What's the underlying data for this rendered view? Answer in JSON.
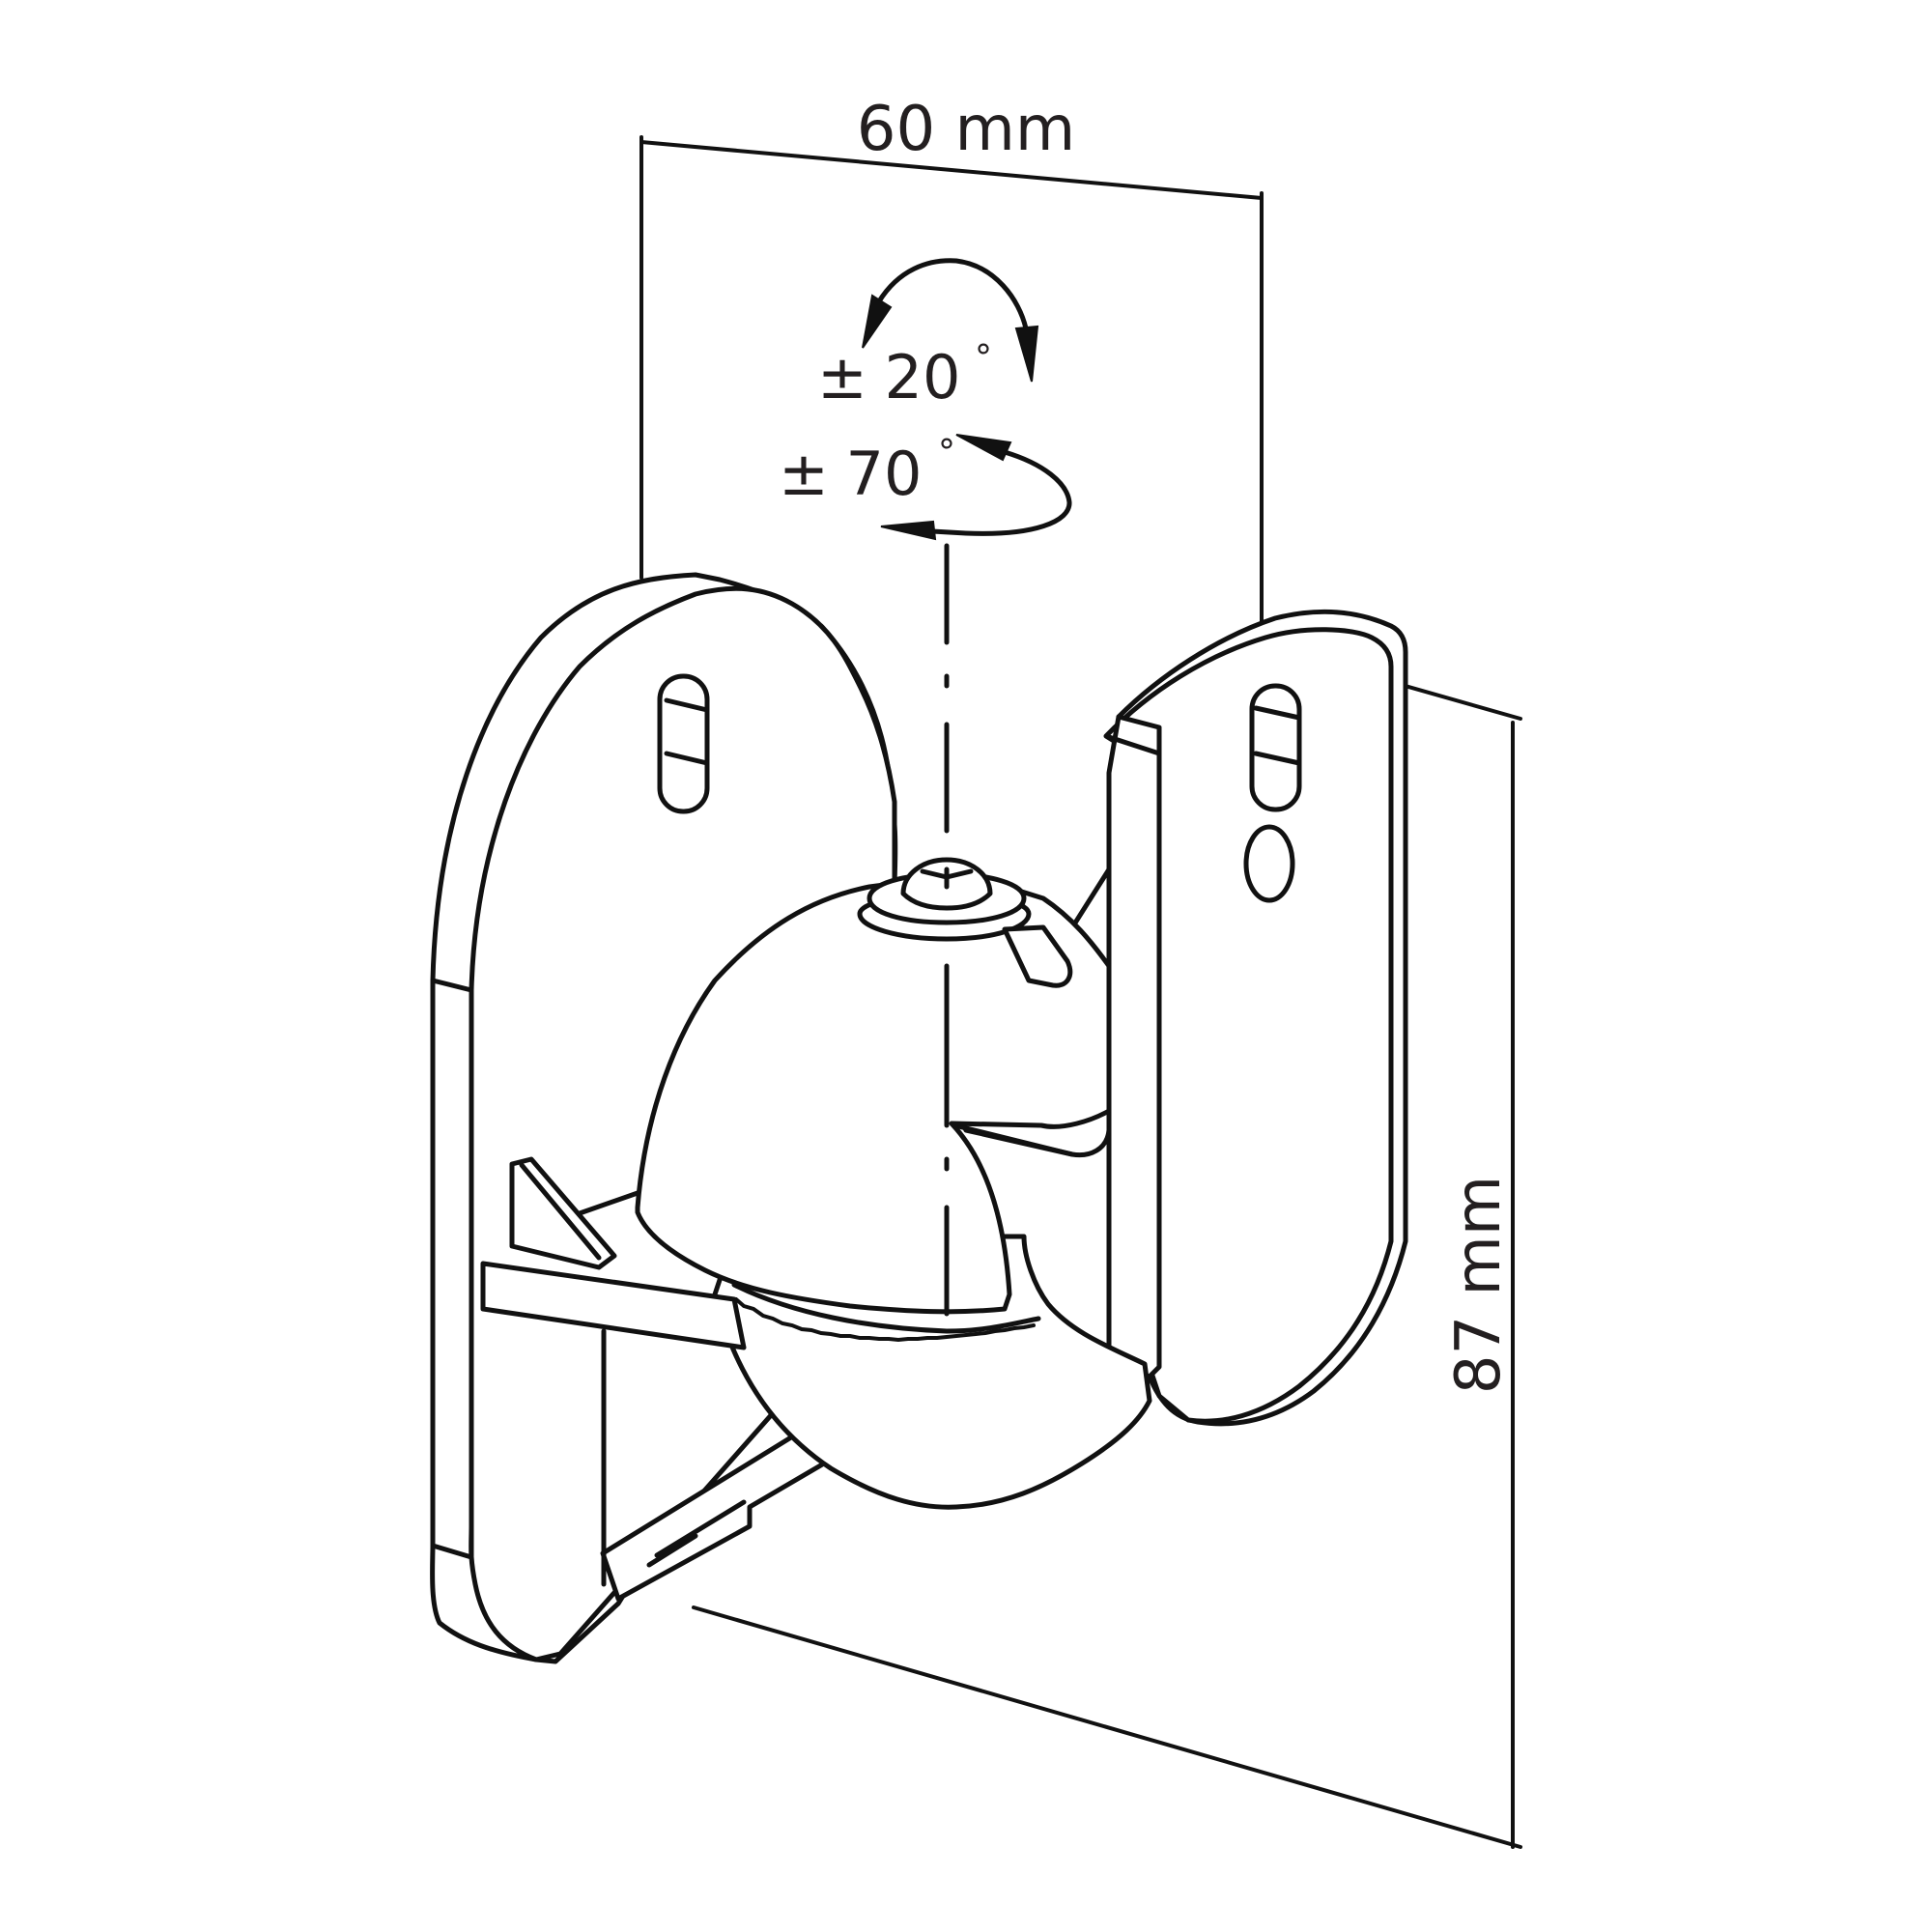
{
  "dimensions": {
    "width_label": "60 mm",
    "height_label": "87 mm"
  },
  "rotation": {
    "tilt_sign": "±",
    "tilt_value": "20",
    "tilt_unit": "°",
    "swivel_sign": "±",
    "swivel_value": "70",
    "swivel_unit": "°"
  },
  "colors": {
    "line": "#111111",
    "text": "#231f20",
    "background": "#ffffff"
  }
}
